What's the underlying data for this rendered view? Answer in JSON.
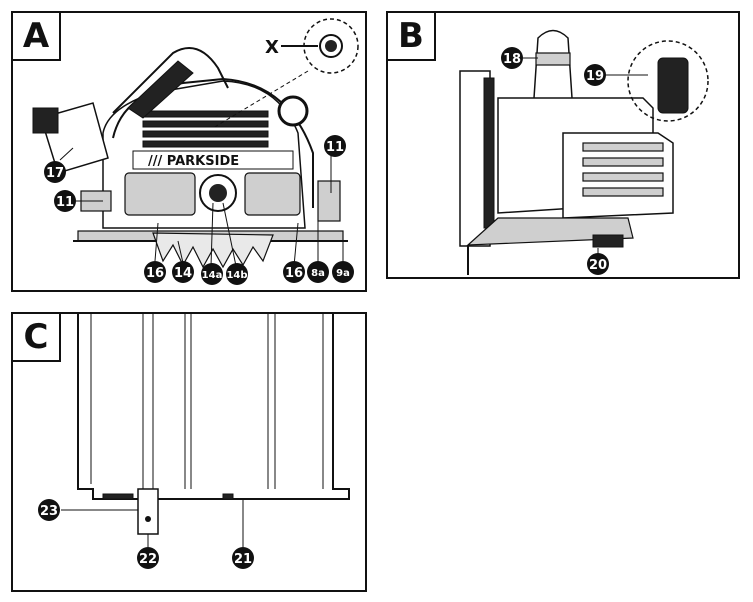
{
  "panels": {
    "a": {
      "letter": "A",
      "brand": "/// PARKSIDE",
      "detail_label": "X",
      "callouts": [
        "11",
        "11",
        "17",
        "16",
        "14",
        "14a",
        "14b",
        "16",
        "8a",
        "9a"
      ]
    },
    "b": {
      "letter": "B",
      "callouts": [
        "18",
        "19",
        "20"
      ]
    },
    "c": {
      "letter": "C",
      "callouts": [
        "23",
        "22",
        "21"
      ]
    }
  }
}
